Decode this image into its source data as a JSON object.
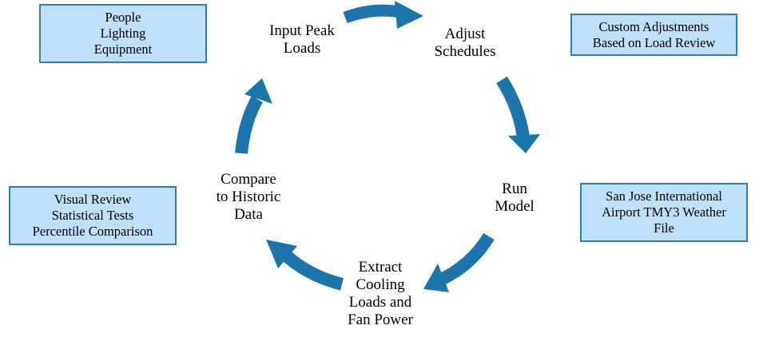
{
  "colors": {
    "arrow": "#1b75aa",
    "note_fill": "#bfe0fb",
    "note_border": "#2f7fb5"
  },
  "steps": {
    "input_peak_loads": [
      "Input Peak",
      "Loads"
    ],
    "adjust_schedules": [
      "Adjust",
      "Schedules"
    ],
    "run_model": [
      "Run",
      "Model"
    ],
    "extract_cooling": [
      "Extract",
      "Cooling",
      "Loads and",
      "Fan Power"
    ],
    "compare_historic": [
      "Compare",
      "to Historic",
      "Data"
    ]
  },
  "notes": {
    "people_lighting": [
      "People",
      "Lighting",
      "Equipment"
    ],
    "custom_adjustments": [
      "Custom Adjustments",
      "Based on Load Review"
    ],
    "weather_file": [
      "San Jose International",
      "Airport TMY3 Weather",
      "File"
    ],
    "visual_review": [
      "Visual Review",
      "Statistical Tests",
      "Percentile Comparison"
    ]
  }
}
